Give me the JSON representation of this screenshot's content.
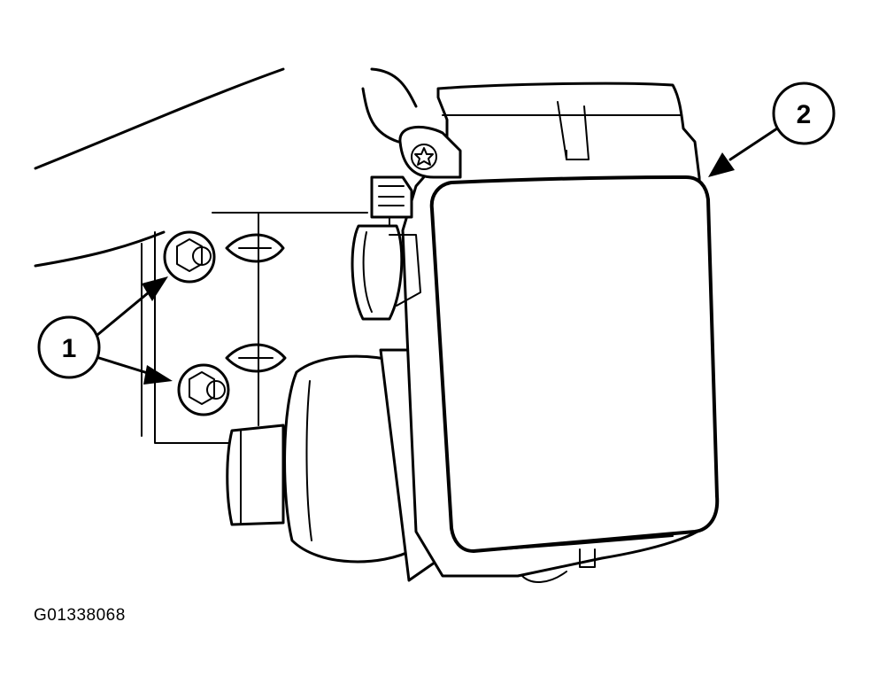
{
  "figure": {
    "id": "G01338068"
  },
  "callouts": [
    {
      "number": "1"
    },
    {
      "number": "2"
    }
  ]
}
